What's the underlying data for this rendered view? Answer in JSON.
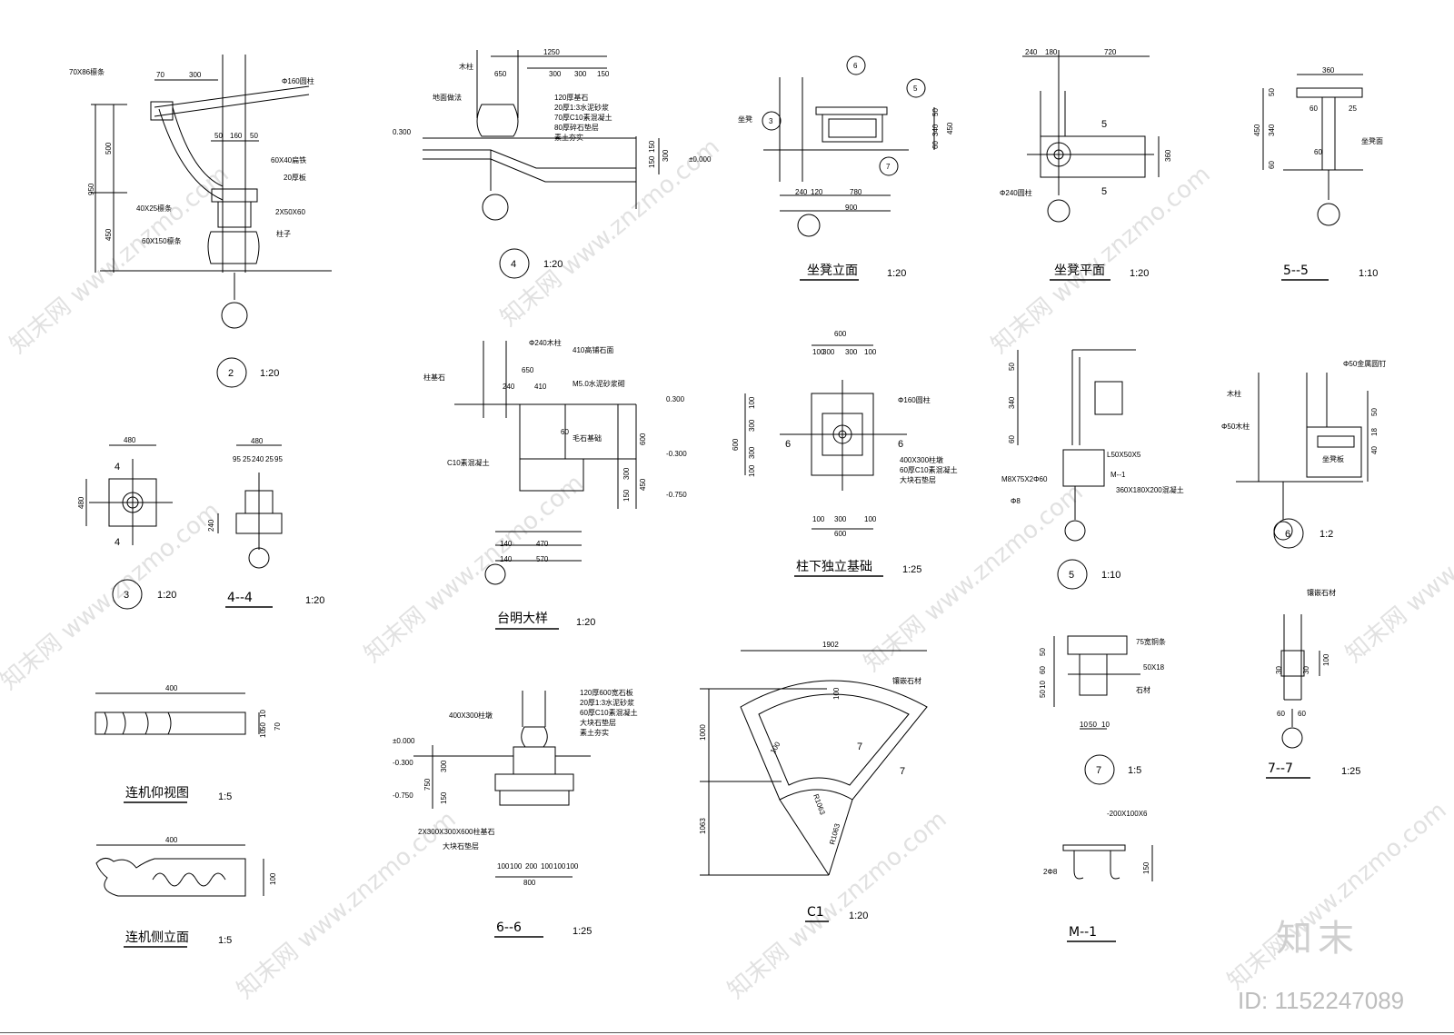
{
  "watermark": {
    "site": "知末网 www.znzmo.com",
    "brand": "知末",
    "id_label": "ID: 1152247089"
  },
  "drawings": {
    "d2": {
      "bubble": "2",
      "scale": "1:20",
      "dims": [
        "70",
        "300",
        "50",
        "160",
        "50",
        "500",
        "950",
        "450"
      ],
      "notes": [
        "70X86檩条",
        "Φ160圆柱",
        "60X40扁铁",
        "20厚板",
        "40X25檩条",
        "2X50X60",
        "60X150檩条",
        "柱子"
      ]
    },
    "d4": {
      "bubble": "4",
      "scale": "1:20",
      "dims": [
        "1250",
        "650",
        "300",
        "300",
        "150",
        "0.300",
        "150",
        "150",
        "300",
        "±0.000"
      ],
      "notes": [
        "木柱",
        "地面做法",
        "120厚基石",
        "20厚1:3水泥砂浆",
        "70厚C10素混凝土",
        "80厚碎石垫层",
        "素土夯实"
      ]
    },
    "stool_elev": {
      "title": "坐凳立面",
      "scale": "1:20",
      "dims": [
        "240",
        "120",
        "780",
        "900",
        "50",
        "340",
        "450",
        "60"
      ],
      "bubbles": [
        "6",
        "5",
        "3",
        "7"
      ],
      "notes": [
        "坐凳"
      ]
    },
    "stool_plan": {
      "title": "坐凳平面",
      "scale": "1:20",
      "dims": [
        "240",
        "180",
        "720",
        "360"
      ],
      "marks": [
        "5",
        "5"
      ],
      "notes": [
        "Φ240圆柱"
      ]
    },
    "s55": {
      "title": "5--5",
      "scale": "1:10",
      "dims": [
        "360",
        "50",
        "340",
        "450",
        "60",
        "60",
        "25",
        "60"
      ],
      "notes": [
        "坐凳面"
      ]
    },
    "d3": {
      "bubble": "3",
      "scale": "1:20",
      "dims": [
        "480",
        "480"
      ],
      "marks": [
        "4",
        "4"
      ]
    },
    "s44": {
      "title": "4--4",
      "scale": "1:20",
      "dims": [
        "480",
        "95",
        "25",
        "240",
        "25",
        "95",
        "240"
      ]
    },
    "taiming": {
      "title": "台明大样",
      "scale": "1:20",
      "dims": [
        "650",
        "240",
        "410",
        "60",
        "600",
        "300",
        "450",
        "150",
        "140",
        "470",
        "140",
        "570",
        "0.300",
        "-0.300",
        "-0.750"
      ],
      "notes": [
        "Φ240木柱",
        "410高铺石面",
        "M5.0水泥砂浆砌",
        "C10素混凝土",
        "毛石基础",
        "柱基石"
      ]
    },
    "footing": {
      "title": "柱下独立基础",
      "scale": "1:25",
      "dims": [
        "600",
        "100",
        "300",
        "300",
        "100",
        "600",
        "100",
        "300",
        "300",
        "100",
        "600",
        "100",
        "300",
        "100"
      ],
      "marks": [
        "6",
        "6"
      ],
      "notes": [
        "Φ160圆柱",
        "400X300柱墩",
        "60厚C10素混凝土",
        "大块石垫层"
      ]
    },
    "d5": {
      "bubble": "5",
      "scale": "1:10",
      "dims": [
        "50",
        "340",
        "60"
      ],
      "notes": [
        "L50X50X5",
        "M--1",
        "M8X75X2Φ60",
        "360X180X200混凝土",
        "Φ8"
      ]
    },
    "d6": {
      "bubble": "6",
      "scale": "1:2",
      "dims": [
        "50",
        "18",
        "40"
      ],
      "notes": [
        "木柱",
        "Φ50木柱",
        "Φ50金属圆钉",
        "坐凳板"
      ]
    },
    "lj_bottom": {
      "title": "连机仰视图",
      "scale": "1:5",
      "dims": [
        "400",
        "10",
        "50",
        "10",
        "70"
      ]
    },
    "lj_side": {
      "title": "连机侧立面",
      "scale": "1:5",
      "dims": [
        "400",
        "100"
      ]
    },
    "s66": {
      "title": "6--6",
      "scale": "1:25",
      "dims": [
        "±0.000",
        "-0.300",
        "-0.750",
        "300",
        "750",
        "150",
        "100",
        "100",
        "200",
        "100",
        "100",
        "100",
        "800"
      ],
      "notes": [
        "120厚600宽石板",
        "20厚1:3水泥砂浆",
        "60厚C10素混凝土",
        "大块石垫层",
        "素土夯实",
        "400X300柱墩",
        "2X300X300X600柱基石",
        "大块石垫层"
      ]
    },
    "c1": {
      "title": "C1",
      "scale": "1:20",
      "dims": [
        "1902",
        "1000",
        "1063",
        "100",
        "100",
        "R1063",
        "R1063"
      ],
      "marks": [
        "7",
        "7"
      ],
      "notes": [
        "镶嵌石材"
      ]
    },
    "d7": {
      "bubble": "7",
      "scale": "1:5",
      "dims": [
        "50",
        "60",
        "10",
        "50",
        "10",
        "50",
        "10"
      ],
      "notes": [
        "75宽铜条",
        "50X18",
        "石材"
      ]
    },
    "s77": {
      "title": "7--7",
      "scale": "1:25",
      "dims": [
        "60",
        "60",
        "30",
        "30",
        "100"
      ],
      "notes": [
        "镶嵌石材"
      ]
    },
    "m1": {
      "title": "M--1",
      "dims": [
        "150"
      ],
      "notes": [
        "-200X100X6",
        "2Φ8"
      ]
    }
  }
}
